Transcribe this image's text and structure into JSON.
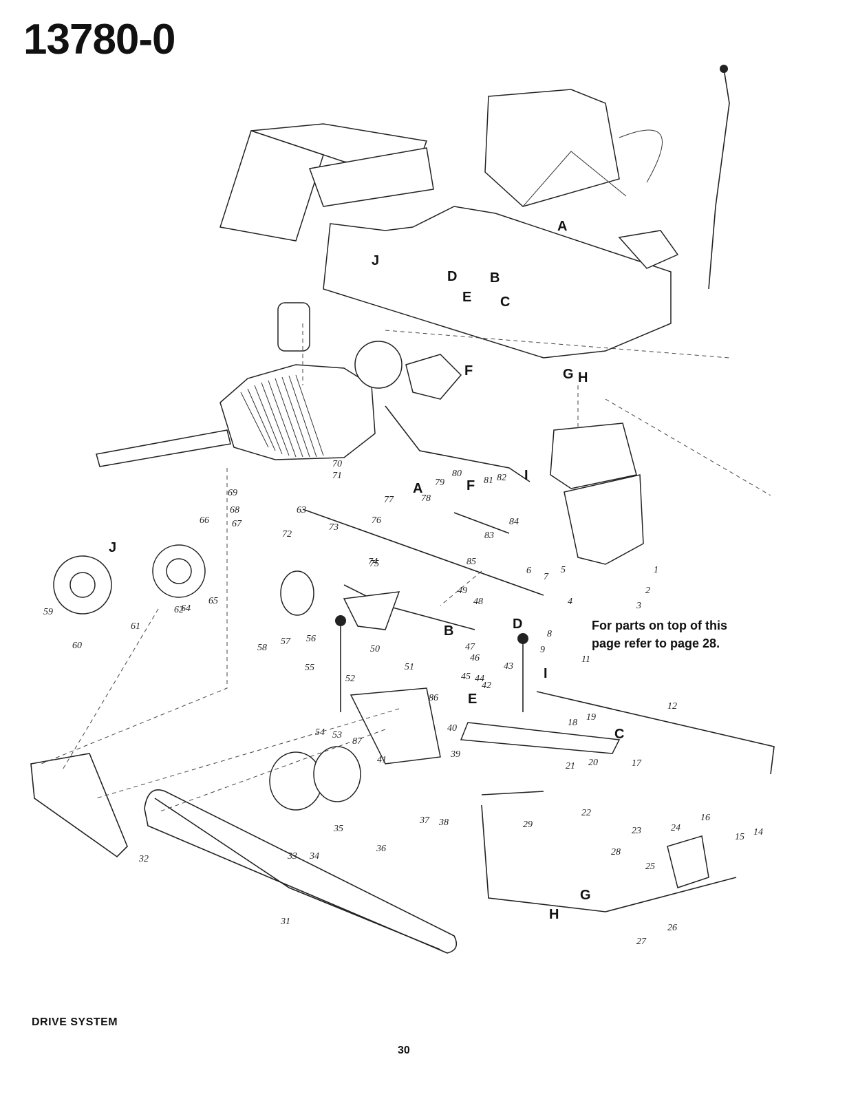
{
  "header": {
    "model_number": "13780-0"
  },
  "note": {
    "text": "For parts on top of this\npage refer to page 28."
  },
  "footer": {
    "section_title": "DRIVE SYSTEM",
    "page_number": "30"
  },
  "reference_letters": [
    "A",
    "B",
    "C",
    "D",
    "E",
    "F",
    "G",
    "H",
    "I",
    "J"
  ],
  "part_numbers": [
    "1",
    "2",
    "3",
    "4",
    "5",
    "6",
    "7",
    "8",
    "9",
    "11",
    "12",
    "14",
    "15",
    "16",
    "17",
    "18",
    "19",
    "20",
    "21",
    "22",
    "23",
    "24",
    "25",
    "26",
    "27",
    "28",
    "29",
    "31",
    "32",
    "33",
    "34",
    "35",
    "36",
    "37",
    "38",
    "39",
    "40",
    "41",
    "42",
    "43",
    "44",
    "45",
    "46",
    "47",
    "48",
    "49",
    "50",
    "51",
    "52",
    "53",
    "54",
    "55",
    "56",
    "57",
    "58",
    "59",
    "60",
    "61",
    "62",
    "63",
    "64",
    "65",
    "66",
    "67",
    "68",
    "69",
    "70",
    "71",
    "72",
    "73",
    "74",
    "75",
    "76",
    "77",
    "78",
    "79",
    "80",
    "81",
    "82",
    "83",
    "84",
    "85",
    "86",
    "87"
  ]
}
